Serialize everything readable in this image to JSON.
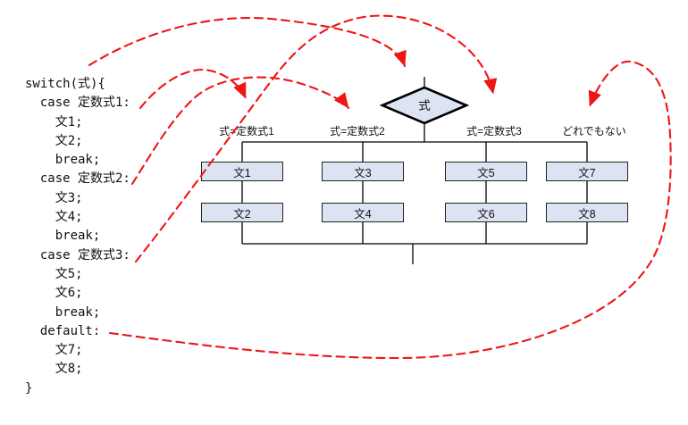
{
  "title": "switch statement to flowchart mapping diagram",
  "code": {
    "lines": [
      "switch(式){",
      "  case 定数式1:",
      "    文1;",
      "    文2;",
      "    break;",
      "  case 定数式2:",
      "    文3;",
      "    文4;",
      "    break;",
      "  case 定数式3:",
      "    文5;",
      "    文6;",
      "    break;",
      "  default:",
      "    文7;",
      "    文8;",
      "}"
    ]
  },
  "flowchart": {
    "diamond_label": "式",
    "branch_labels": [
      "式=定数式1",
      "式=定数式2",
      "式=定数式3",
      "どれでもない"
    ],
    "boxes": [
      "文1",
      "文2",
      "文3",
      "文4",
      "文5",
      "文6",
      "文7",
      "文8"
    ]
  },
  "arrows": [
    {
      "from_code": "switch(式){",
      "to": "式"
    },
    {
      "from_code": "case 定数式1:",
      "to": "式=定数式1"
    },
    {
      "from_code": "case 定数式2:",
      "to": "式=定数式2"
    },
    {
      "from_code": "case 定数式3:",
      "to": "式=定数式3"
    },
    {
      "from_code": "default:",
      "to": "どれでもない"
    }
  ],
  "colors": {
    "arrow_red": "#ee1515",
    "box_fill": "#dce3f3",
    "line_black": "#000000",
    "background": "#ffffff"
  }
}
